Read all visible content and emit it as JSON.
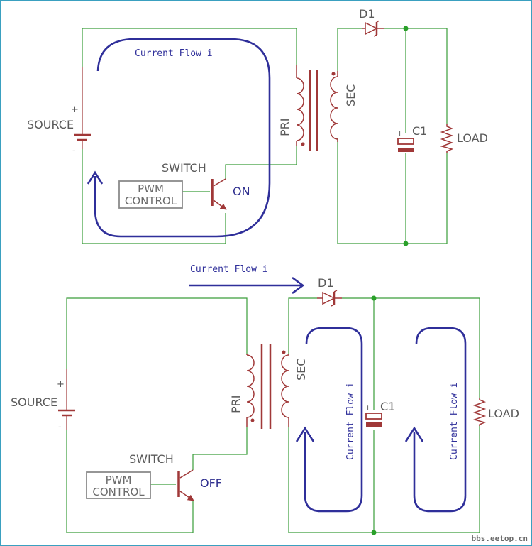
{
  "top": {
    "source_label": "SOURCE",
    "plus": "+",
    "minus": "-",
    "switch_label": "SWITCH",
    "pwm_line1": "PWM",
    "pwm_line2": "CONTROL",
    "state": "ON",
    "pri": "PRI",
    "sec": "SEC",
    "diode": "D1",
    "cap": "C1",
    "cap_plus": "+",
    "load": "LOAD",
    "flow": "Current Flow i"
  },
  "bottom": {
    "source_label": "SOURCE",
    "plus": "+",
    "minus": "-",
    "switch_label": "SWITCH",
    "pwm_line1": "PWM",
    "pwm_line2": "CONTROL",
    "state": "OFF",
    "pri": "PRI",
    "sec": "SEC",
    "diode": "D1",
    "cap": "C1",
    "cap_plus": "+",
    "load": "LOAD",
    "flow_top": "Current Flow i",
    "flow_left": "Current Flow i",
    "flow_right": "Current Flow i"
  },
  "watermark": "bbs.eetop.cn",
  "colors": {
    "wire": "#3a9e3a",
    "component": "#a03838",
    "flow": "#2f2f9a",
    "junction": "#2aa02a"
  }
}
